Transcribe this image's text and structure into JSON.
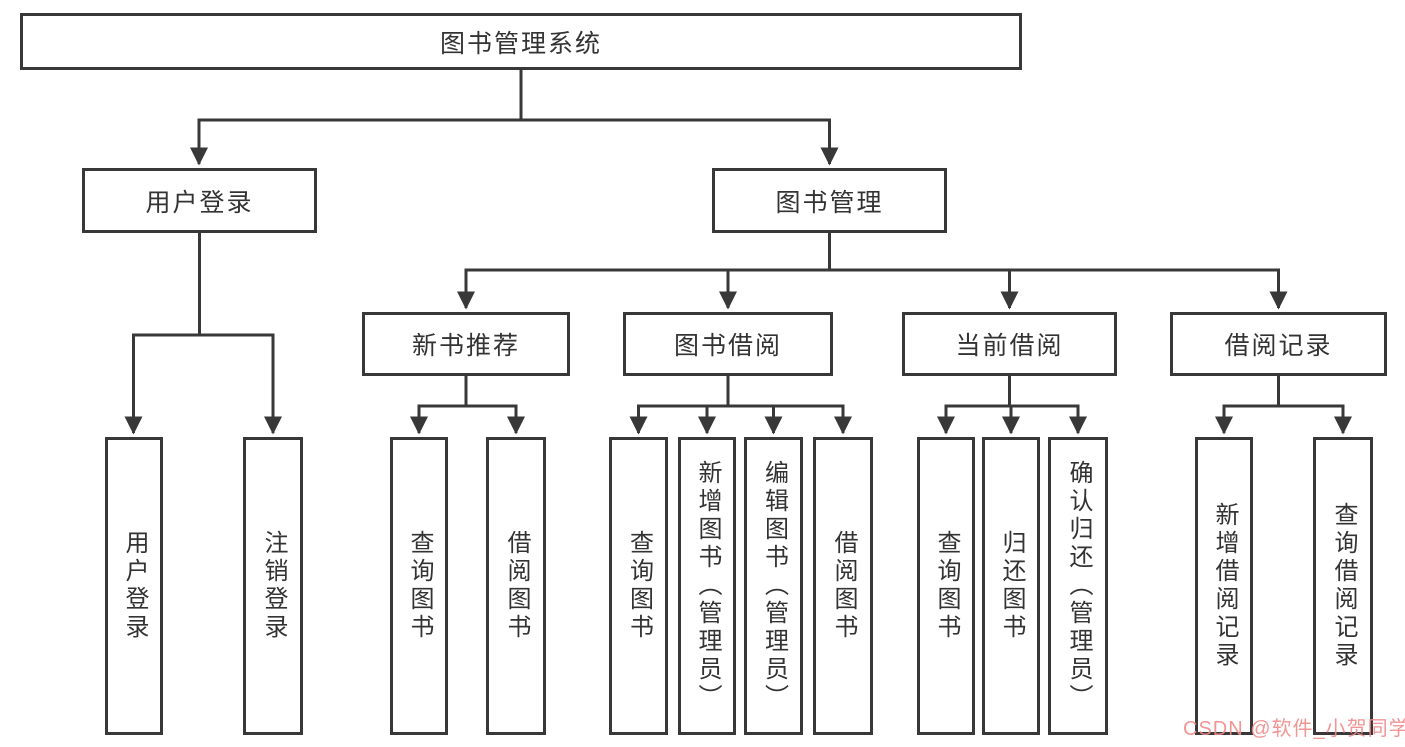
{
  "diagram": {
    "root": {
      "label": "图书管理系统"
    },
    "level2": {
      "user_login": {
        "label": "用户登录"
      },
      "book_management": {
        "label": "图书管理"
      }
    },
    "level3": {
      "new_book_recommend": {
        "label": "新书推荐"
      },
      "book_borrowing": {
        "label": "图书借阅"
      },
      "current_borrowing": {
        "label": "当前借阅"
      },
      "borrowing_records": {
        "label": "借阅记录"
      }
    },
    "leaves": {
      "user_login": {
        "label": "用户登录"
      },
      "logout": {
        "label": "注销登录"
      },
      "nbr_query_books": {
        "label": "查询图书"
      },
      "nbr_borrow_books": {
        "label": "借阅图书"
      },
      "bb_query_books": {
        "label": "查询图书"
      },
      "bb_add_books": {
        "label": "新增图书（管理员）"
      },
      "bb_edit_books": {
        "label": "编辑图书（管理员）"
      },
      "bb_borrow_books": {
        "label": "借阅图书"
      },
      "cb_query_books": {
        "label": "查询图书"
      },
      "cb_return_books": {
        "label": "归还图书"
      },
      "cb_confirm_return": {
        "label": "确认归还（管理员）"
      },
      "br_add_record": {
        "label": "新增借阅记录"
      },
      "br_query_record": {
        "label": "查询借阅记录"
      }
    },
    "watermark": "CSDN @软件_小贺同学",
    "colors": {
      "line": "#383838",
      "text": "#333333",
      "box_background": "#ffffff",
      "watermark": "#f08a8a"
    }
  }
}
